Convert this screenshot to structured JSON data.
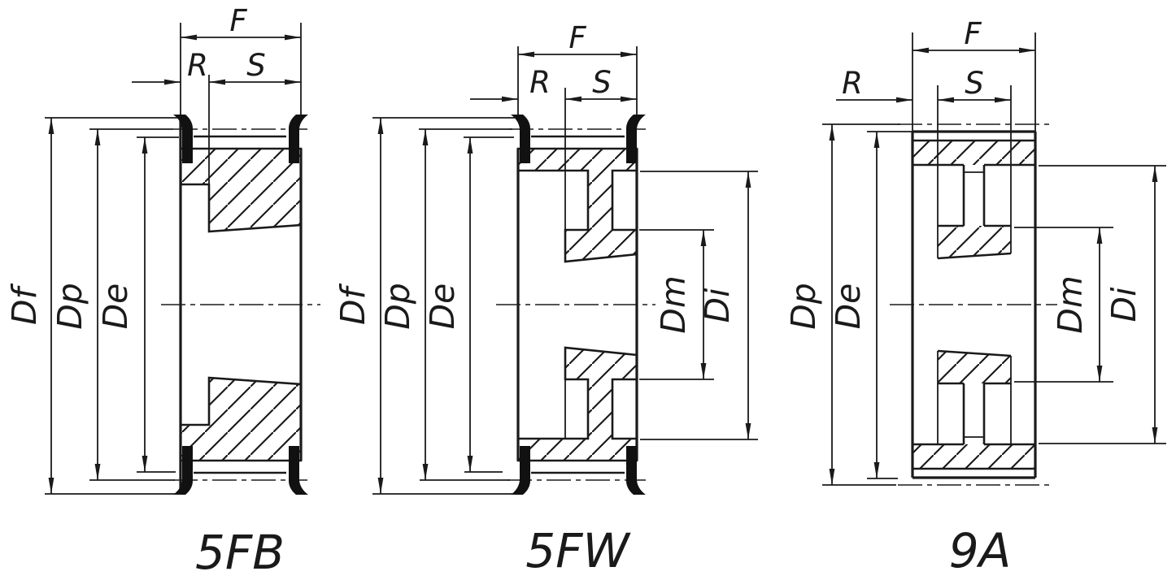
{
  "drawing": {
    "type": "technical-section-drawing",
    "subject": "timing pulley cross sections",
    "ink_color": "#1a1a1a",
    "background_color": "#ffffff"
  },
  "figures": [
    {
      "caption": "5FB",
      "labels": {
        "F": "F",
        "R": "R",
        "S": "S",
        "Df": "Df",
        "Dp": "Dp",
        "De": "De"
      }
    },
    {
      "caption": "5FW",
      "labels": {
        "F": "F",
        "R": "R",
        "S": "S",
        "Df": "Df",
        "Dp": "Dp",
        "De": "De",
        "Dm": "Dm",
        "Di": "Di"
      }
    },
    {
      "caption": "9A",
      "labels": {
        "F": "F",
        "R": "R",
        "S": "S",
        "Dp": "Dp",
        "De": "De",
        "Dm": "Dm",
        "Di": "Di"
      }
    }
  ]
}
